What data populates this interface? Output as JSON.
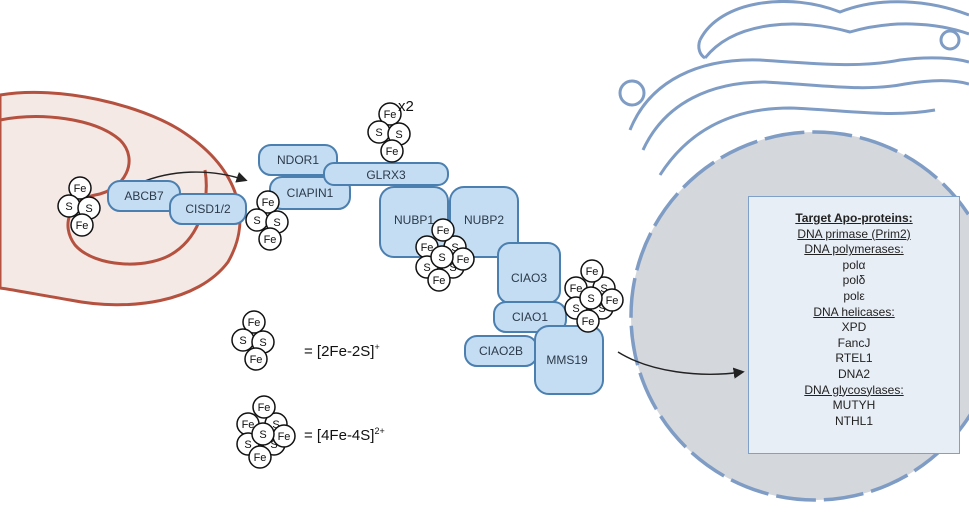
{
  "proteins": {
    "abcb7": "ABCB7",
    "cisd": "CISD1/2",
    "ndor1": "NDOR1",
    "glrx3": "GLRX3",
    "ciapin1": "CIAPIN1",
    "nubp1": "NUBP1",
    "nubp2": "NUBP2",
    "ciao3": "CIAO3",
    "ciao1": "CIAO1",
    "ciao2b": "CIAO2B",
    "mms19": "MMS19"
  },
  "cluster_atoms": {
    "fe": "Fe",
    "s": "S"
  },
  "multiplier": "x2",
  "legend": {
    "cluster_2fe2s": "= [2Fe-2S]",
    "cluster_2fe2s_charge": "+",
    "cluster_4fe4s": "= [4Fe-4S]",
    "cluster_4fe4s_charge": "2+"
  },
  "target_box": {
    "header": "Target Apo-proteins:",
    "primase": "DNA primase (Prim2)",
    "polymerases_header": "DNA polymerases:",
    "polymerases": [
      "polα",
      "polδ",
      "polε"
    ],
    "helicases_header": "DNA helicases:",
    "helicases": [
      "XPD",
      "FancJ",
      "RTEL1",
      "DNA2"
    ],
    "glycosylases_header": "DNA glycosylases:",
    "glycosylases": [
      "MUTYH",
      "NTHL1"
    ]
  },
  "colors": {
    "mito_outer": "#f5e9e6",
    "mito_stroke": "#b5513f",
    "protein_fill": "#c4ddf2",
    "protein_stroke": "#4a7fb0",
    "er_stroke": "#7f9cc5",
    "nucleus_fill": "#d4d7dc"
  }
}
